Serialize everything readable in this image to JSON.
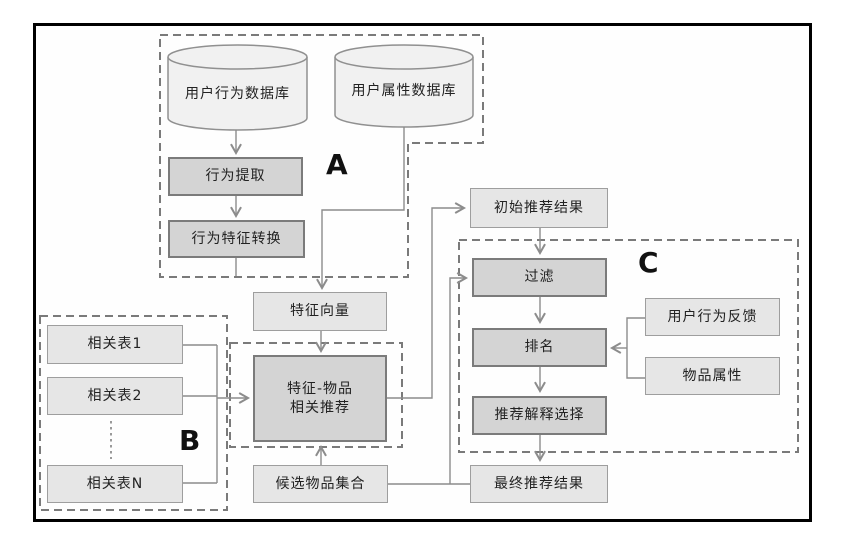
{
  "regions": {
    "a": "A",
    "b": "B",
    "c": "C"
  },
  "databases": {
    "user_behavior_db": "用户行为数据库",
    "user_attribute_db": "用户属性数据库"
  },
  "nodes": {
    "behavior_extraction": "行为提取",
    "behavior_feature_transform": "行为特征转换",
    "feature_vector": "特征向量",
    "feature_item_line1": "特征-物品",
    "feature_item_line2": "相关推荐",
    "related_table_1": "相关表1",
    "related_table_2": "相关表2",
    "related_table_n": "相关表N",
    "candidate_item_set": "候选物品集合",
    "initial_results": "初始推荐结果",
    "filter": "过滤",
    "ranking": "排名",
    "explanation_selection": "推荐解释选择",
    "final_results": "最终推荐结果",
    "user_behavior_feedback": "用户行为反馈",
    "item_attributes": "物品属性"
  },
  "colors": {
    "frame": "#000000",
    "dark_node_fill": "#d4d4d4",
    "dark_node_border": "#7b7b7b",
    "light_node_fill": "#e6e6e6",
    "light_node_border": "#9e9e9e",
    "cylinder_fill": "#f1f1f1",
    "line": "#8c8c8c",
    "dashed_outline": "#7a7a7a"
  }
}
